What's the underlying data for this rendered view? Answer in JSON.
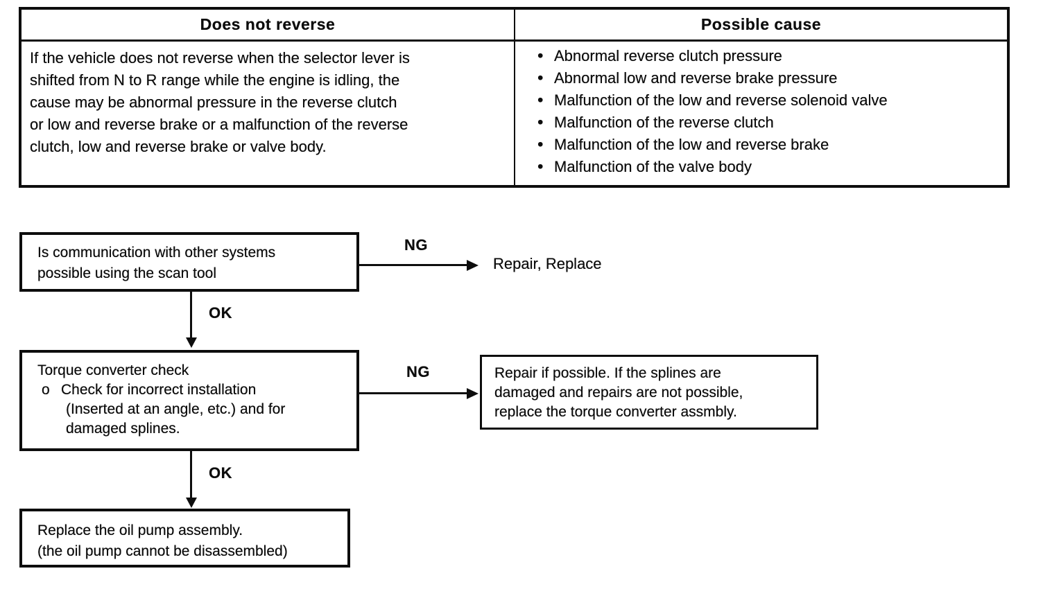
{
  "table": {
    "symptom_header": "Does not reverse",
    "cause_header": "Possible cause",
    "symptom_lines": [
      "If the vehicle does not reverse when the selector lever is",
      "shifted from N to R range while the engine is idling, the",
      "cause may be abnormal pressure in the reverse clutch",
      "or low and reverse brake or a malfunction of the reverse",
      "clutch, low and reverse brake or valve body."
    ],
    "causes": [
      "Abnormal reverse clutch pressure",
      "Abnormal low and reverse brake pressure",
      "Malfunction of the low and reverse solenoid valve",
      "Malfunction of the reverse clutch",
      "Malfunction of the low and reverse brake",
      "Malfunction of the valve body"
    ]
  },
  "flowchart": {
    "step1": {
      "lines": [
        "Is communication with other systems",
        "possible using the scan tool"
      ],
      "ng_label": "NG",
      "ng_result": "Repair, Replace",
      "ok_label": "OK"
    },
    "step2": {
      "title": "Torque converter check",
      "check_marker": "o",
      "check_lines": [
        "Check for incorrect installation",
        "(Inserted at an angle, etc.) and for",
        "damaged splines."
      ],
      "ng_label": "NG",
      "ok_label": "OK"
    },
    "repair_box": {
      "lines": [
        "Repair if possible. If the splines are",
        "damaged and repairs are not possible,",
        "replace the torque converter assmbly."
      ]
    },
    "step3": {
      "lines": [
        "Replace the oil pump assembly.",
        "(the oil pump cannot be disassembled)"
      ]
    }
  }
}
